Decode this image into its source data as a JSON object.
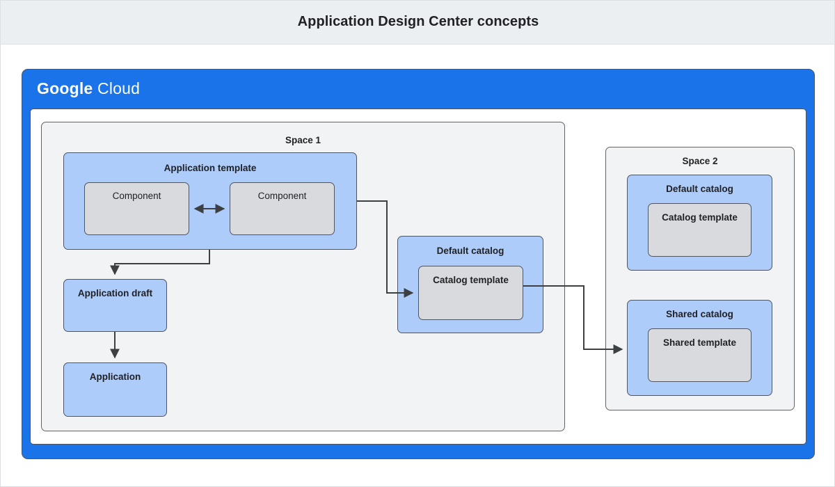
{
  "header": {
    "title": "Application Design Center concepts",
    "band_color": "#eceff1"
  },
  "cloud_frame": {
    "logo_primary": "Google",
    "logo_secondary": "Cloud",
    "brand_color": "#1a73e8",
    "logo_text_color": "#ffffff"
  },
  "palette": {
    "blue_group_fill": "#aeccfa",
    "gray_box_fill": "#d9dadd",
    "panel_fill": "#f1f3f4",
    "stroke": "#4e5561",
    "text": "#202124"
  },
  "diagram": {
    "type": "block-diagram",
    "spaces": [
      {
        "id": "space-1",
        "title": "Space 1",
        "groups": [
          {
            "id": "application-template",
            "title": "Application template",
            "fill": "blue",
            "children": [
              {
                "id": "component-a",
                "title": "Component",
                "fill": "gray"
              },
              {
                "id": "component-b",
                "title": "Component",
                "fill": "gray"
              }
            ]
          },
          {
            "id": "application-draft",
            "title": "Application draft",
            "fill": "blue",
            "children": []
          },
          {
            "id": "application",
            "title": "Application",
            "fill": "blue",
            "children": []
          },
          {
            "id": "default-catalog-1",
            "title": "Default catalog",
            "fill": "blue",
            "children": [
              {
                "id": "catalog-template-1",
                "title": "Catalog template",
                "fill": "gray"
              }
            ]
          }
        ]
      },
      {
        "id": "space-2",
        "title": "Space 2",
        "groups": [
          {
            "id": "default-catalog-2",
            "title": "Default catalog",
            "fill": "blue",
            "children": [
              {
                "id": "catalog-template-2",
                "title": "Catalog template",
                "fill": "gray"
              }
            ]
          },
          {
            "id": "shared-catalog",
            "title": "Shared catalog",
            "fill": "blue",
            "children": [
              {
                "id": "shared-template",
                "title": "Shared template",
                "fill": "gray"
              }
            ]
          }
        ]
      }
    ],
    "connectors": [
      {
        "id": "component-a-to-component-b",
        "from": "component-a",
        "to": "component-b",
        "arrows": "both"
      },
      {
        "id": "application-template-to-application-draft",
        "from": "application-template",
        "to": "application-draft",
        "arrows": "end"
      },
      {
        "id": "application-draft-to-application",
        "from": "application-draft",
        "to": "application",
        "arrows": "end"
      },
      {
        "id": "application-template-to-catalog-template-1",
        "from": "application-template",
        "to": "catalog-template-1",
        "arrows": "end"
      },
      {
        "id": "catalog-template-1-to-shared-catalog",
        "from": "catalog-template-1",
        "to": "shared-catalog",
        "arrows": "end"
      }
    ]
  }
}
